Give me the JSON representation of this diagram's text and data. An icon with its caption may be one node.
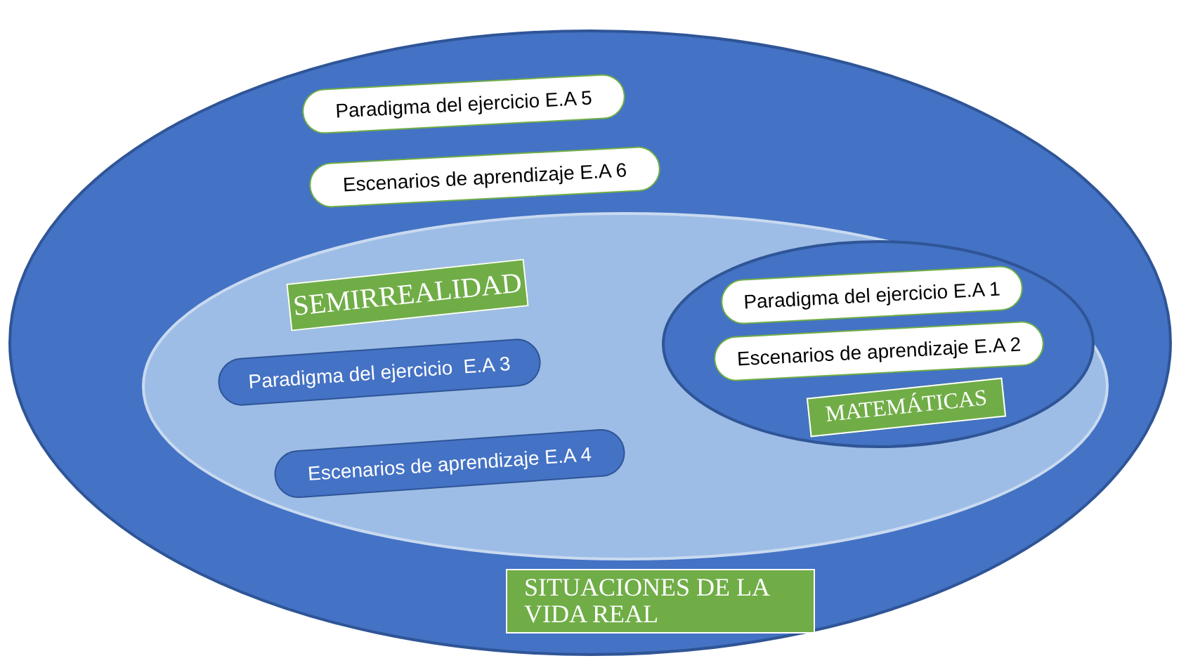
{
  "diagram": {
    "nodes": [
      {
        "text": [
          "SITUACIONES DE LA VIDA REAL"
        ]
      },
      {
        "text": [
          "Paradigma del ejercicio E.A 5"
        ],
        "in": 0
      },
      {
        "text": [
          "Escenarios de aprendizaje E.A 6"
        ],
        "in": 0
      },
      {
        "text": [
          "SEMIRREALIDAD"
        ],
        "in": 0
      },
      {
        "text": [
          "MATEMÁTICAS"
        ],
        "in": 3
      },
      {
        "text": [
          "Paradigma del ejercicio E.A 1"
        ],
        "in": 4
      },
      {
        "text": [
          "Escenarios de aprendizaje E.A 2"
        ],
        "in": 4
      },
      {
        "text": [
          "Paradigma del ejercicio  E.A 3"
        ],
        "in": 3
      },
      {
        "text": [
          "Escenarios de aprendizaje E.A 4"
        ],
        "in": 3
      }
    ]
  }
}
